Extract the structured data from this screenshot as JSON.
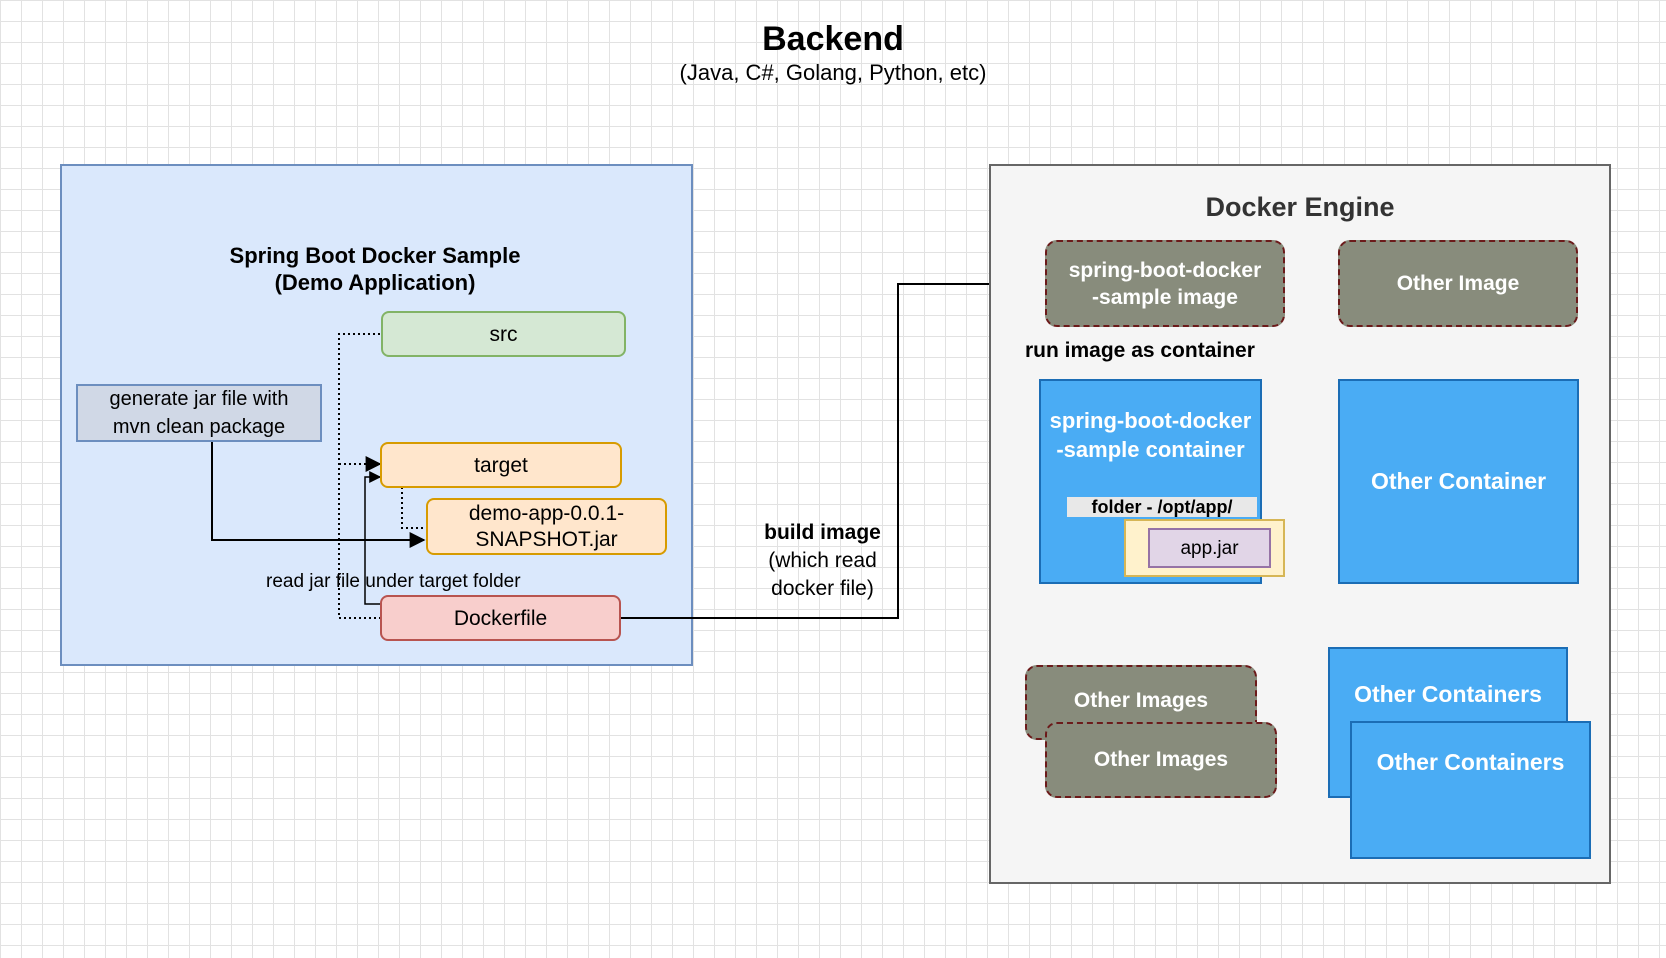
{
  "header": {
    "title": "Backend",
    "subtitle": "(Java, C#, Golang, Python, etc)"
  },
  "demo_app": {
    "title_line1": "Spring Boot Docker Sample",
    "title_line2": "(Demo Application)",
    "src": "src",
    "target": "target",
    "jar_line1": "demo-app-0.0.1-",
    "jar_line2": "SNAPSHOT.jar",
    "dockerfile": "Dockerfile",
    "generate_line1": "generate jar file with",
    "generate_line2": "mvn clean package",
    "read_jar_label": "read jar file under target folder"
  },
  "build": {
    "line1": "build image",
    "line2": "(which read",
    "line3": "docker file)"
  },
  "docker_engine": {
    "title": "Docker Engine",
    "image_line1": "spring-boot-docker",
    "image_line2": "-sample image",
    "other_image": "Other Image",
    "run_label": "run image as container",
    "container_line1": "spring-boot-docker",
    "container_line2": "-sample container",
    "folder_label": "folder - /opt/app/",
    "app_jar": "app.jar",
    "other_container": "Other Container",
    "other_images_back": "Other Images",
    "other_images_front": "Other Images",
    "other_containers_back": "Other Containers",
    "other_containers_front": "Other Containers"
  },
  "colors": {
    "demo_panel_fill": "#dae8fc",
    "demo_panel_border": "#6c8ebf",
    "src_fill": "#d5e8d4",
    "src_border": "#82b366",
    "target_fill": "#ffe6cc",
    "target_border": "#d79b00",
    "dockerfile_fill": "#f8cecc",
    "dockerfile_border": "#b85450",
    "generate_fill": "#d0d8e6",
    "generate_border": "#6c8ebf",
    "engine_fill": "#f5f5f5",
    "engine_border": "#666666",
    "image_fill": "#888c7c",
    "container_fill": "#4aacf4",
    "folder_fill": "#fff2cc",
    "app_jar_fill": "#e1d5e7"
  }
}
